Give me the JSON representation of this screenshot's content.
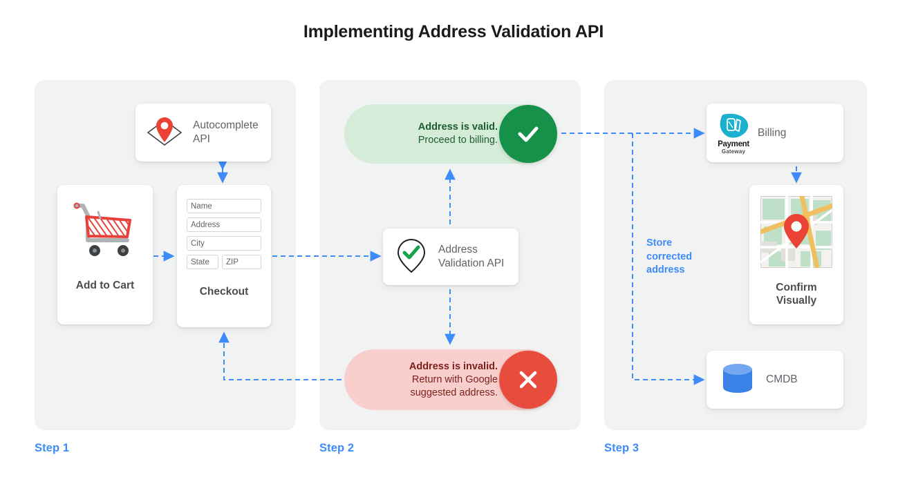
{
  "title": "Implementing Address Validation API",
  "colors": {
    "accent_blue": "#3d8bf8",
    "panel_bg": "#f1f2f2",
    "valid_pill_bg": "#d4ecd8",
    "valid_badge": "#169149",
    "valid_text": "#1c5c30",
    "invalid_pill_bg": "#f8cfcd",
    "invalid_badge": "#e74c3c",
    "invalid_text": "#7c1f1a",
    "pin_red": "#ea4335",
    "cmdb_blue": "#3b82e8",
    "payment_cyan": "#1ab0ce"
  },
  "steps": [
    {
      "label": "Step 1"
    },
    {
      "label": "Step 2"
    },
    {
      "label": "Step 3"
    }
  ],
  "step1": {
    "autocomplete": {
      "label_line1": "Autocomplete",
      "label_line2": "API",
      "icon": "map-pin-diamond-icon"
    },
    "cart": {
      "title": "Add to Cart",
      "icon": "shopping-cart-icon"
    },
    "checkout": {
      "title": "Checkout",
      "fields": [
        {
          "name": "name-field",
          "value": "Name"
        },
        {
          "name": "address-field",
          "value": "Address"
        },
        {
          "name": "city-field",
          "value": "City"
        },
        {
          "name": "state-field",
          "value": "State"
        },
        {
          "name": "zip-field",
          "value": "ZIP"
        }
      ]
    }
  },
  "step2": {
    "valid": {
      "line1": "Address is valid.",
      "line2": "Proceed to billing.",
      "badge_icon": "check-icon"
    },
    "invalid": {
      "line1": "Address is invalid.",
      "line2": "Return with Google",
      "line3": "suggested address.",
      "badge_icon": "close-icon"
    },
    "validation_api": {
      "label_line1": "Address",
      "label_line2": "Validation API",
      "icon": "pin-check-icon"
    }
  },
  "step3": {
    "billing": {
      "label": "Billing",
      "logo_primary": "Payment",
      "logo_secondary": "Gateway",
      "icon": "payment-gateway-logo"
    },
    "map": {
      "title_line1": "Confirm",
      "title_line2": "Visually",
      "icon": "map-thumbnail-icon"
    },
    "cmdb": {
      "label": "CMDB",
      "icon": "database-icon"
    },
    "store_note": {
      "line1": "Store",
      "line2": "corrected",
      "line3": "address"
    }
  }
}
